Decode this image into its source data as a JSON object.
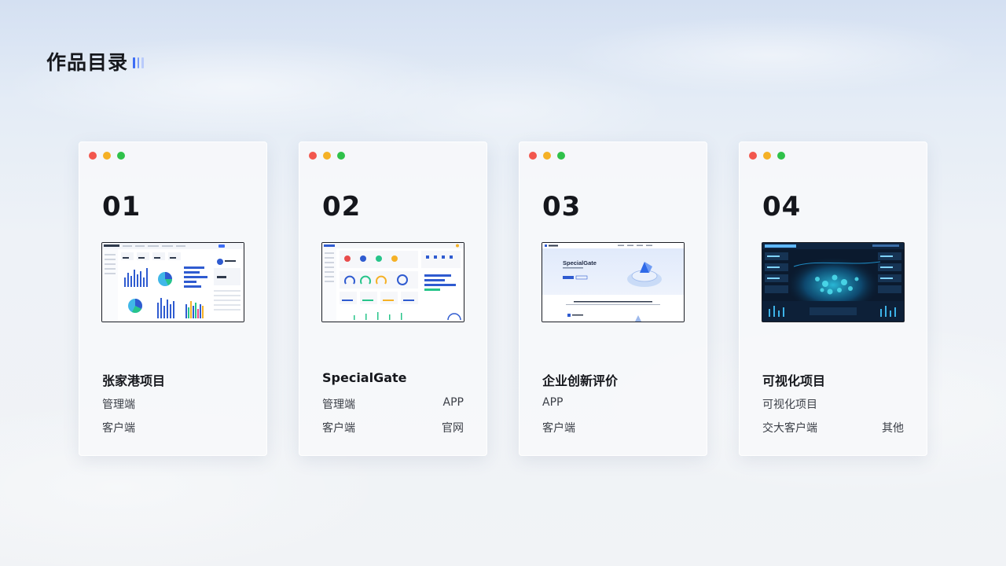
{
  "page": {
    "title": "作品目录"
  },
  "cards": [
    {
      "number": "01",
      "title": "张家港项目",
      "rows": [
        [
          "管理端",
          ""
        ],
        [
          "客户端",
          ""
        ]
      ]
    },
    {
      "number": "02",
      "title": "SpecialGate",
      "rows": [
        [
          "管理端",
          "APP"
        ],
        [
          "客户端",
          "官网"
        ]
      ]
    },
    {
      "number": "03",
      "title": "企业创新评价",
      "rows": [
        [
          "APP",
          ""
        ],
        [
          "客户端",
          ""
        ]
      ]
    },
    {
      "number": "04",
      "title": "可视化项目",
      "rows": [
        [
          "可视化项目",
          ""
        ],
        [
          "交大客户端",
          "其他"
        ]
      ]
    }
  ],
  "thumbnails": {
    "special_gate_hero": "SpecialGate"
  },
  "colors": {
    "accent": "#3d6df5",
    "dot_red": "#f2574e",
    "dot_yellow": "#f5b126",
    "dot_green": "#2fc14a"
  }
}
